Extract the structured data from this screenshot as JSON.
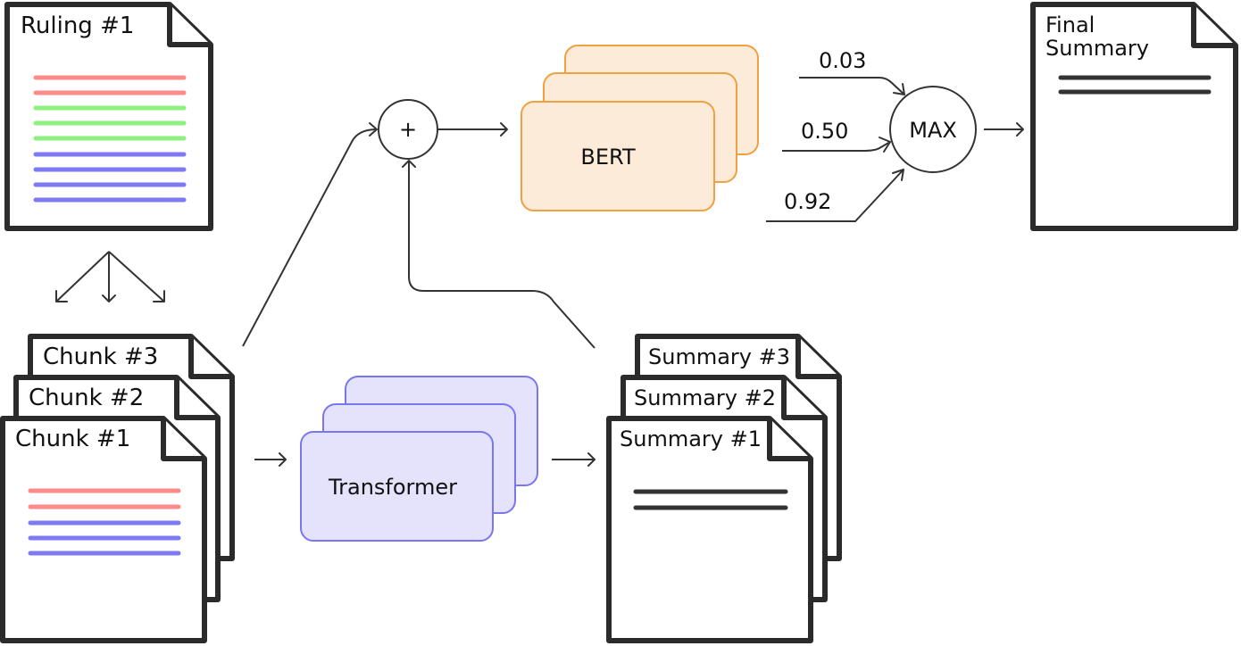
{
  "ruling": {
    "title": "Ruling  #1"
  },
  "chunks": [
    {
      "title": "Chunk  #3"
    },
    {
      "title": "Chunk  #2"
    },
    {
      "title": "Chunk  #1"
    }
  ],
  "summaries": [
    {
      "title": "Summary  #3"
    },
    {
      "title": "Summary  #2"
    },
    {
      "title": "Summary  #1"
    }
  ],
  "models": {
    "bert": "BERT",
    "transformer": "Transformer"
  },
  "combine_symbol": "+",
  "max_node": "MAX",
  "scores": [
    "0.03",
    "0.50",
    "0.92"
  ],
  "final": {
    "line1": "Final",
    "line2": "Summary"
  },
  "colors": {
    "red": "#ff8a8a",
    "green": "#8ef07e",
    "blue": "#7d7af2"
  }
}
